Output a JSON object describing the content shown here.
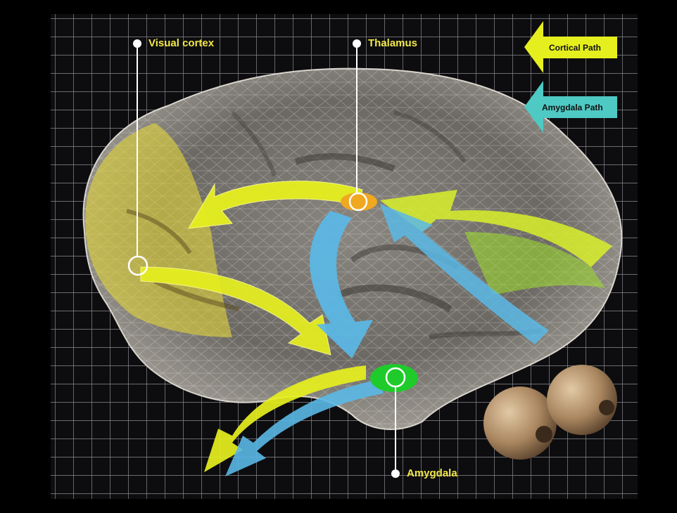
{
  "labels": {
    "visual_cortex": "Visual cortex",
    "thalamus": "Thalamus",
    "amygdala": "Amygdala"
  },
  "legend": {
    "cortical_path": "Cortical Path",
    "amygdala_path": "Amygdala Path"
  },
  "colors": {
    "cortical": "#e6ef1e",
    "amygdala_path": "#5ab8e6",
    "thalamus": "#f0a820",
    "amygdala": "#1ecb2a",
    "label_text": "#f2e84a"
  }
}
